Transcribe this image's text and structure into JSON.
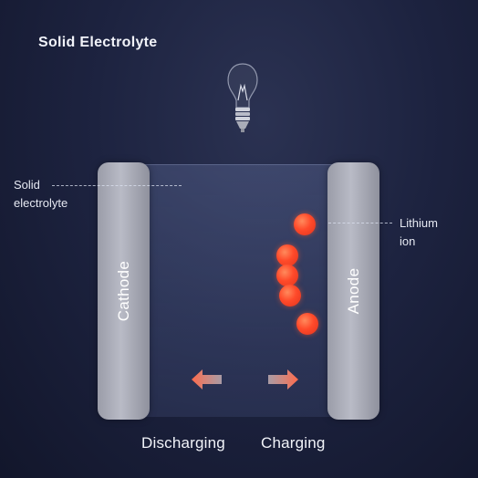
{
  "title": "Solid Electrolyte",
  "labels": {
    "solid_line1": "Solid",
    "solid_line2": "electrolyte",
    "ion_line1": "Lithium",
    "ion_line2": "ion",
    "cathode": "Cathode",
    "anode": "Anode",
    "discharging": "Discharging",
    "charging": "Charging"
  },
  "colors": {
    "background": "#1d2340",
    "electrode": "#a8aab6",
    "lithium_ion": "#ff4a2a",
    "arrow": "#ff8a6a"
  },
  "icons": [
    "light-bulb-icon",
    "arrow-left-icon",
    "arrow-right-icon"
  ]
}
